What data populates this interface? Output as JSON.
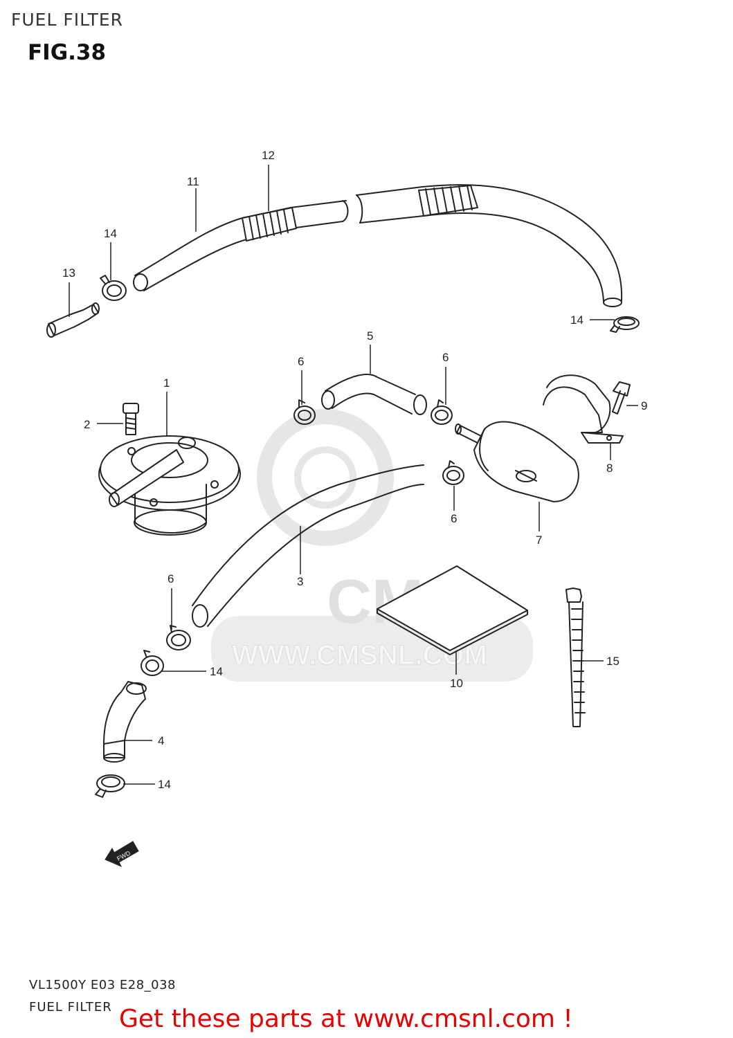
{
  "header": {
    "title": "FUEL FILTER",
    "figure": "FIG.38"
  },
  "watermark": {
    "logo_text": "CMS",
    "url_text": "WWW.CMSNL.COM",
    "color": "#e3e3e3"
  },
  "direction_marker": {
    "text": "FWD"
  },
  "callouts": [
    {
      "id": "c-12",
      "text": "12"
    },
    {
      "id": "c-11",
      "text": "11"
    },
    {
      "id": "c-14a",
      "text": "14"
    },
    {
      "id": "c-13",
      "text": "13"
    },
    {
      "id": "c-14b",
      "text": "14"
    },
    {
      "id": "c-5",
      "text": "5"
    },
    {
      "id": "c-6a",
      "text": "6"
    },
    {
      "id": "c-6b",
      "text": "6"
    },
    {
      "id": "c-1",
      "text": "1"
    },
    {
      "id": "c-2",
      "text": "2"
    },
    {
      "id": "c-9",
      "text": "9"
    },
    {
      "id": "c-8",
      "text": "8"
    },
    {
      "id": "c-6c",
      "text": "6"
    },
    {
      "id": "c-7",
      "text": "7"
    },
    {
      "id": "c-3",
      "text": "3"
    },
    {
      "id": "c-6d",
      "text": "6"
    },
    {
      "id": "c-14c",
      "text": "14"
    },
    {
      "id": "c-15",
      "text": "15"
    },
    {
      "id": "c-10",
      "text": "10"
    },
    {
      "id": "c-4",
      "text": "4"
    },
    {
      "id": "c-14d",
      "text": "14"
    }
  ],
  "footer": {
    "model_code": "VL1500Y E03 E28_038",
    "title": "FUEL FILTER",
    "promo": "Get these parts at www.cmsnl.com !",
    "promo_color": "#e60000"
  }
}
